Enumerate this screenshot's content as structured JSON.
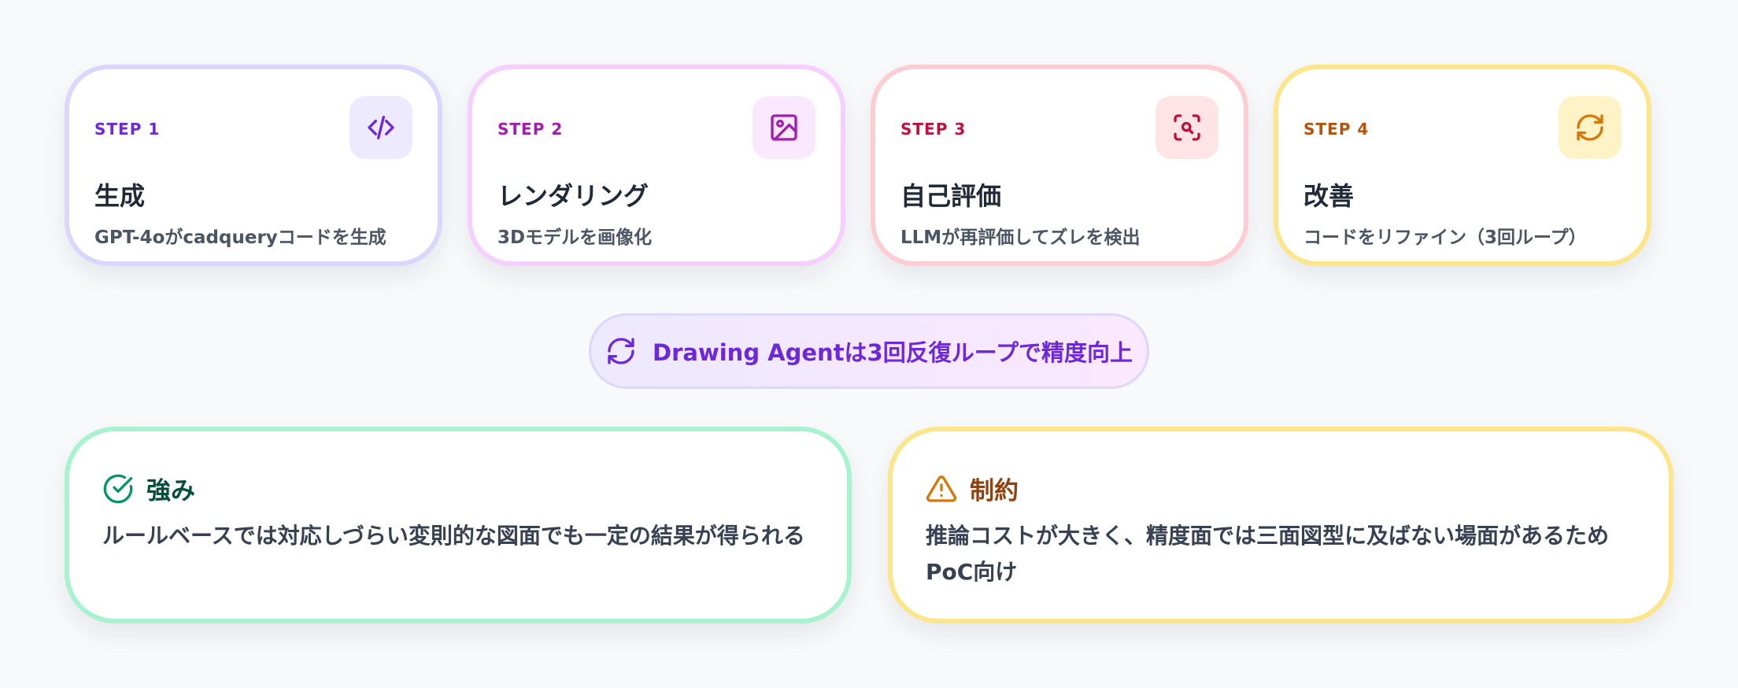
{
  "steps": [
    {
      "label": "STEP 1",
      "title": "生成",
      "desc": "GPT-4oがcadqueryコードを生成",
      "icon": "code-icon"
    },
    {
      "label": "STEP 2",
      "title": "レンダリング",
      "desc": "3Dモデルを画像化",
      "icon": "image-icon"
    },
    {
      "label": "STEP 3",
      "title": "自己評価",
      "desc": "LLMが再評価してズレを検出",
      "icon": "scan-search-icon"
    },
    {
      "label": "STEP 4",
      "title": "改善",
      "desc": "コードをリファイン（3回ループ）",
      "icon": "refresh-icon"
    }
  ],
  "banner": {
    "text": "Drawing Agentは3回反復ループで精度向上",
    "icon": "refresh-icon"
  },
  "strengths": {
    "title": "強み",
    "body": "ルールベースでは対応しづらい変則的な図面でも一定の結果が得られる",
    "icon": "check-circle-icon"
  },
  "limitations": {
    "title": "制約",
    "body": "推論コストが大きく、精度面では三面図型に及ばない場面があるため\nPoC向け",
    "icon": "warning-icon"
  },
  "colors": {
    "background": "#f8f9fb",
    "step1": "#6d28d9",
    "step2": "#a21caf",
    "step3": "#be123c",
    "step4": "#d97706",
    "strength": "#059669",
    "limitation": "#d97706"
  }
}
